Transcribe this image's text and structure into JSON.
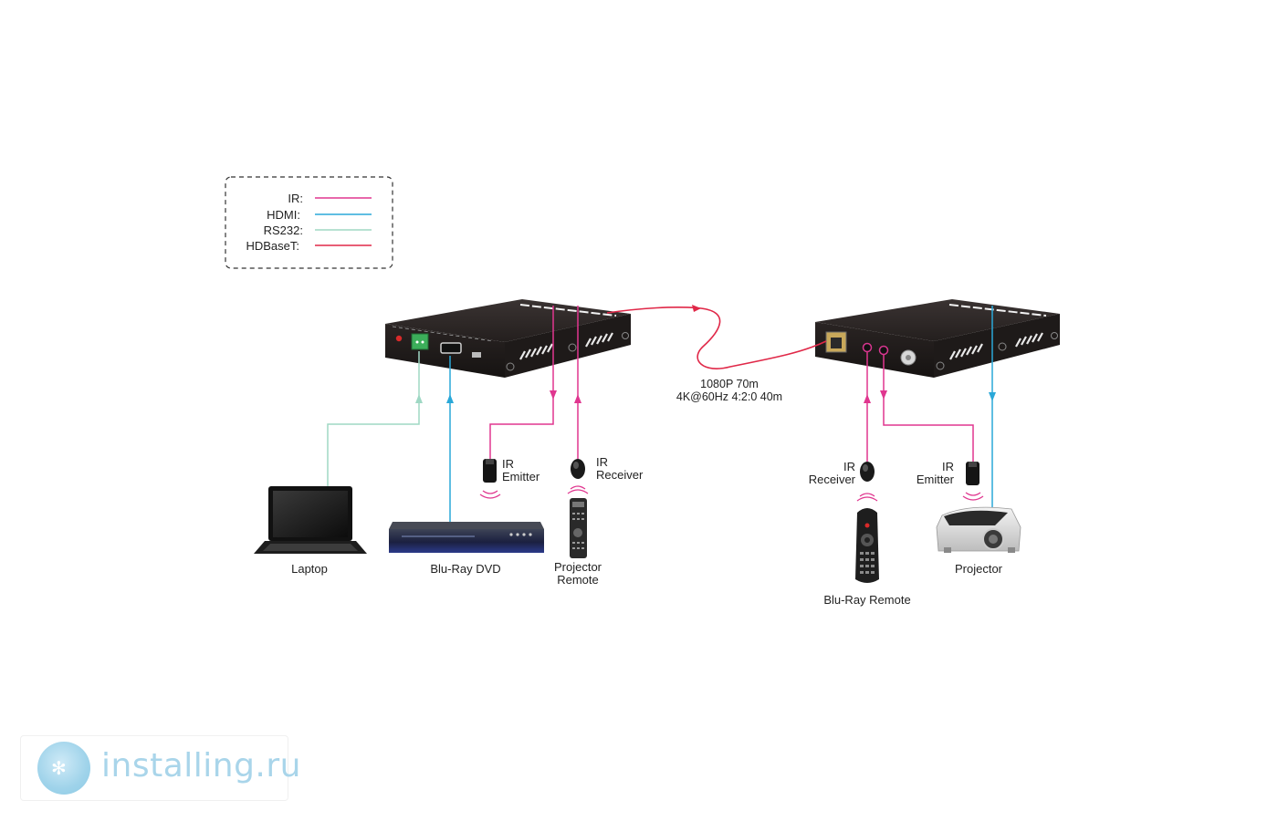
{
  "legend": {
    "items": [
      {
        "label": "IR:",
        "color": "#e0368f"
      },
      {
        "label": "HDMI:",
        "color": "#2aa8d8"
      },
      {
        "label": "RS232:",
        "color": "#9fd8c4"
      },
      {
        "label": "HDBaseT:",
        "color": "#e02848"
      }
    ]
  },
  "cable": {
    "line1": "1080P 70m",
    "line2": "4K@60Hz 4:2:0 40m"
  },
  "devices": {
    "laptop": "Laptop",
    "bluray_dvd": "Blu-Ray DVD",
    "projector_remote_1": "Projector",
    "projector_remote_2": "Remote",
    "ir_emitter_tx_1": "IR",
    "ir_emitter_tx_2": "Emitter",
    "ir_receiver_tx_1": "IR",
    "ir_receiver_tx_2": "Receiver",
    "ir_receiver_rx_1": "IR",
    "ir_receiver_rx_2": "Receiver",
    "ir_emitter_rx_1": "IR",
    "ir_emitter_rx_2": "Emitter",
    "bluray_remote": "Blu-Ray Remote",
    "projector": "Projector"
  },
  "watermark": {
    "text": "installing.ru",
    "icon": "installing-logo-icon"
  }
}
